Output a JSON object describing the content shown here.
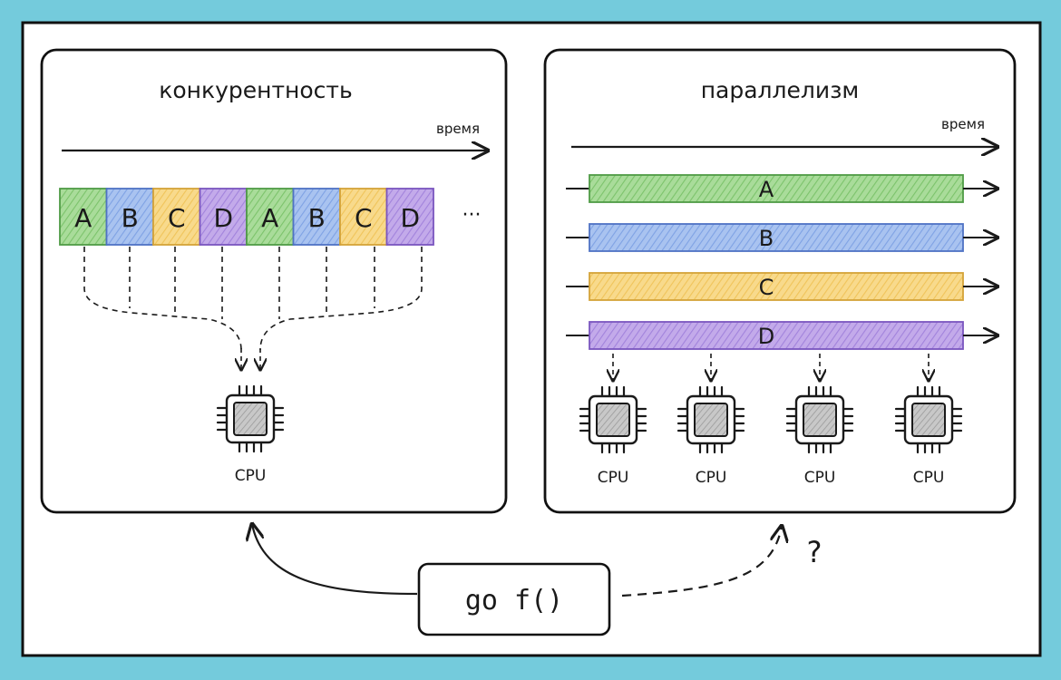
{
  "concurrency": {
    "title": "конкурентность",
    "time_label": "время",
    "tasks": [
      "A",
      "B",
      "C",
      "D",
      "A",
      "B",
      "C",
      "D"
    ],
    "ellipsis": "···",
    "cpu_label": "CPU"
  },
  "parallelism": {
    "title": "параллелизм",
    "time_label": "время",
    "tasks": [
      "A",
      "B",
      "C",
      "D"
    ],
    "cpu_labels": [
      "CPU",
      "CPU",
      "CPU",
      "CPU"
    ]
  },
  "bottom": {
    "code": "go f()",
    "question": "?"
  },
  "colors": {
    "background": "#74cbdc",
    "A": "#8fcf7e",
    "B": "#8fb0ea",
    "C": "#f5cd6a",
    "D": "#ad8fe0",
    "A_stroke": "#4f9b45",
    "B_stroke": "#4f72c4",
    "C_stroke": "#d4a338",
    "D_stroke": "#7a55bf"
  }
}
